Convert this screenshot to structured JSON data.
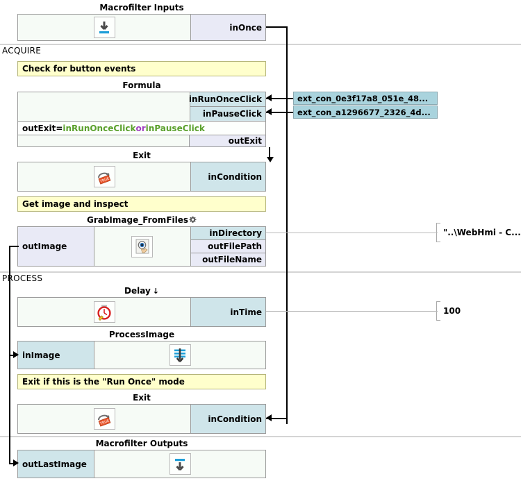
{
  "sections": [
    {
      "name": "acquire",
      "label": "ACQUIRE"
    },
    {
      "name": "process",
      "label": "PROCESS"
    }
  ],
  "blocks": {
    "macrofilter_inputs": {
      "title": "Macrofilter Inputs",
      "icon": "macrofilter-input-icon",
      "ports": [
        {
          "name": "inOnce",
          "label": "inOnce",
          "kind": "output"
        }
      ]
    },
    "formula": {
      "title": "Formula",
      "expression": {
        "lhs": "outExit",
        "eq": " = ",
        "operand1": "inRunOnceClick",
        "operator": " or ",
        "operand2": "inPauseClick"
      },
      "inputs": [
        {
          "name": "inRunOnceClick",
          "label": "inRunOnceClick",
          "kind": "input"
        },
        {
          "name": "inPauseClick",
          "label": "inPauseClick",
          "kind": "input"
        }
      ],
      "outputs": [
        {
          "name": "outExit",
          "label": "outExit",
          "kind": "output"
        }
      ]
    },
    "exit_acquire": {
      "title": "Exit",
      "icon": "exit-true-icon",
      "ports": [
        {
          "name": "inCondition",
          "label": "inCondition",
          "kind": "input"
        }
      ]
    },
    "grab_image": {
      "title": "GrabImage_FromFiles",
      "title_icon": "gear-icon",
      "icon": "grab-image-icon",
      "left_ports": [
        {
          "name": "outImage",
          "label": "outImage",
          "kind": "output"
        }
      ],
      "right_ports": [
        {
          "name": "inDirectory",
          "label": "inDirectory",
          "kind": "input"
        },
        {
          "name": "outFilePath",
          "label": "outFilePath",
          "kind": "output"
        },
        {
          "name": "outFileName",
          "label": "outFileName",
          "kind": "output"
        }
      ]
    },
    "delay": {
      "title": "Delay",
      "title_glyph": "↓",
      "icon": "clock-icon",
      "ports": [
        {
          "name": "inTime",
          "label": "inTime",
          "kind": "input"
        }
      ]
    },
    "process_image": {
      "title": "ProcessImage",
      "icon": "process-image-icon",
      "left_ports": [
        {
          "name": "inImage",
          "label": "inImage",
          "kind": "input"
        }
      ]
    },
    "exit_process": {
      "title": "Exit",
      "icon": "exit-true-icon",
      "ports": [
        {
          "name": "inCondition",
          "label": "inCondition",
          "kind": "input"
        }
      ]
    },
    "macrofilter_outputs": {
      "title": "Macrofilter Outputs",
      "icon": "macrofilter-output-icon",
      "left_ports": [
        {
          "name": "outLastImage",
          "label": "outLastImage",
          "kind": "output"
        }
      ]
    }
  },
  "comments": [
    {
      "name": "comment-check-button-events",
      "text": "Check for button events"
    },
    {
      "name": "comment-get-image-and-inspect",
      "text": "Get image and inspect"
    },
    {
      "name": "comment-exit-run-once",
      "text": "Exit if this is the \"Run Once\" mode"
    }
  ],
  "external_connectors": [
    {
      "name": "ext-con-run-once",
      "label": "ext_con_0e3f17a8_051e_48..."
    },
    {
      "name": "ext-con-pause",
      "label": "ext_con_a1296677_2326_4d..."
    }
  ],
  "literals": [
    {
      "name": "literal-directory",
      "value": "\"..\\WebHmi - C..."
    },
    {
      "name": "literal-delay-time",
      "value": "100"
    }
  ],
  "colors": {
    "input_port": "#cfe5ea",
    "output_port": "#e9eaf6",
    "comment_bg": "#ffffcc",
    "connector_bg": "#a9d3dd",
    "block_bg": "#f6fbf6",
    "wire": "#000000",
    "accent_blue": "#1f9fd8",
    "formula_identifier": "#5aa02c",
    "formula_operator": "#a040c0"
  }
}
